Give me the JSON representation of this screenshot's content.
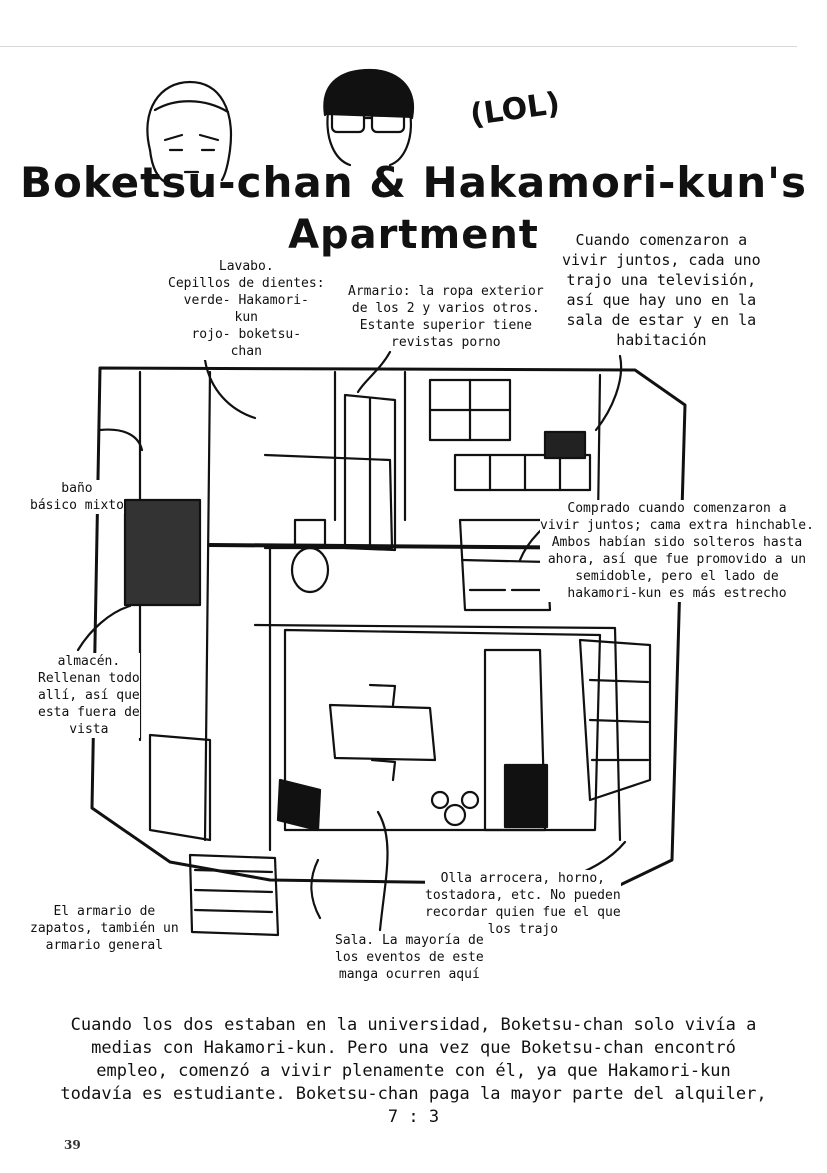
{
  "title": {
    "line1": "Boketsu-chan & Hakamori-kun's",
    "line2": "Apartment",
    "annotation": "(LOL)"
  },
  "labels": {
    "lavabo": [
      "Lavabo.",
      "Cepillos de dientes:",
      "verde- Hakamori-",
      "kun",
      "rojo- boketsu-",
      "chan"
    ],
    "armario": [
      "Armario: la ropa exterior",
      "de los 2 y varios otros.",
      "Estante superior tiene",
      "revistas porno"
    ],
    "television": [
      "Cuando comenzaron a",
      "vivir juntos, cada uno",
      "trajo una televisión,",
      "así que hay uno en la",
      "sala de estar y en la",
      "habitación"
    ],
    "bano": [
      "baño",
      "básico mixto"
    ],
    "cama": [
      "Comprado cuando comenzaron a",
      "vivir juntos; cama extra hinchable.",
      "Ambos habían sido solteros hasta",
      "ahora, así que fue promovido a un",
      "semidoble, pero el lado de",
      "hakamori-kun es más estrecho"
    ],
    "almacen": [
      "almacén.",
      "Rellenan todo",
      "allí, así que",
      "esta fuera de",
      "vista"
    ],
    "olla": [
      "Olla arrocera, horno,",
      "tostadora, etc. No pueden",
      "recordar quien fue el que",
      "los trajo"
    ],
    "zapatos": [
      "El armario de",
      "zapatos, también un",
      "armario general"
    ],
    "sala": [
      "Sala. La mayoría de",
      "los eventos de este",
      "manga ocurren aquí"
    ]
  },
  "caption": [
    "Cuando los dos estaban en la universidad, Boketsu-chan solo vivía a",
    "medias con Hakamori-kun. Pero una vez que Boketsu-chan encontró",
    "empleo, comenzó a vivir plenamente con él, ya que Hakamori-kun",
    "todavía es estudiante. Boketsu-chan paga la mayor parte del alquiler,",
    "7 : 3"
  ],
  "page_number": "39"
}
